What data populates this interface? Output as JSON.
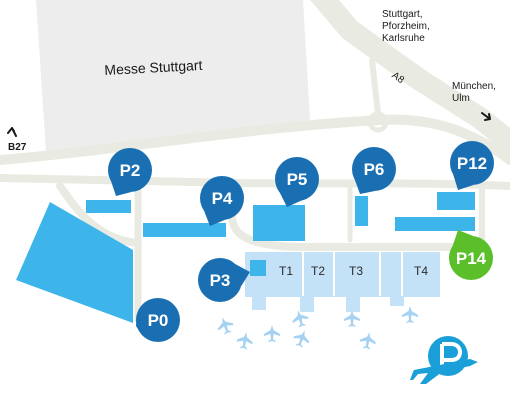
{
  "map": {
    "venue_label": "Messe Stuttgart",
    "roads": {
      "a8_label": "A8",
      "b27_label": "B27",
      "north_destinations": "Stuttgart,\nPforzheim,\nKarlsruhe",
      "east_destinations": "München,\nUlm"
    },
    "terminals": [
      "T1",
      "T2",
      "T3",
      "T4"
    ],
    "parking": [
      {
        "id": "p0",
        "label": "P0",
        "color": "#1a6fb2"
      },
      {
        "id": "p2",
        "label": "P2",
        "color": "#1a6fb2"
      },
      {
        "id": "p3",
        "label": "P3",
        "color": "#1a6fb2"
      },
      {
        "id": "p4",
        "label": "P4",
        "color": "#1a6fb2"
      },
      {
        "id": "p5",
        "label": "P5",
        "color": "#1a6fb2"
      },
      {
        "id": "p6",
        "label": "P6",
        "color": "#1a6fb2"
      },
      {
        "id": "p12",
        "label": "P12",
        "color": "#1a6fb2"
      },
      {
        "id": "p14",
        "label": "P14",
        "color": "#5bbf2a"
      }
    ],
    "colors": {
      "parking_area": "#3db5ea",
      "terminal_area": "#c3e1f7",
      "road": "#e9ebe2",
      "venue_block": "#ededed",
      "pin_default": "#1a6fb2",
      "pin_highlight": "#5bbf2a"
    },
    "icons": [
      "airplane-icon",
      "parking-airplane-logo-icon",
      "direction-arrow-icon"
    ]
  }
}
